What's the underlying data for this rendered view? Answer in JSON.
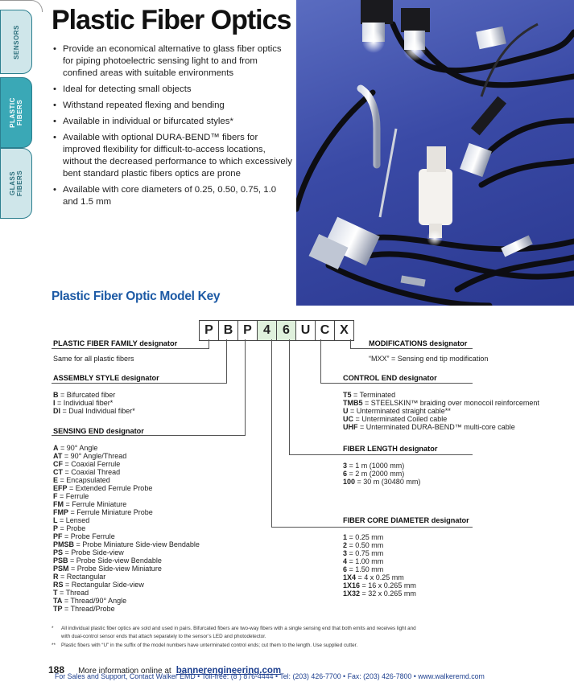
{
  "tabs": [
    {
      "label": "SENSORS"
    },
    {
      "label1": "PLASTIC",
      "label2": "FIBERS"
    },
    {
      "label1": "GLASS",
      "label2": "FIBERS"
    }
  ],
  "title": "Plastic Fiber Optics",
  "bullets": [
    "Provide an economical alternative to glass fiber optics for piping photoelectric sensing light to and from confined areas with suitable environments",
    "Ideal for detecting small objects",
    "Withstand repeated flexing and bending",
    "Available in individual or bifurcated styles*",
    "Available with optional DURA-BEND™ fibers for improved flexibility for difficult-to-access locations, without the decreased performance to which excessively bent standard plastic fibers optics are prone",
    "Available with core diameters of  0.25, 0.50, 0.75, 1.0 and 1.5 mm"
  ],
  "model_key_title": "Plastic Fiber Optic Model Key",
  "model_chars": [
    "P",
    "B",
    "P",
    "4",
    "6",
    "U",
    "C",
    "X"
  ],
  "family": {
    "head": "PLASTIC FIBER FAMILY designator",
    "desc": "Same for all plastic fibers"
  },
  "assembly": {
    "head": "ASSEMBLY STYLE designator",
    "items": [
      {
        "code": "B",
        "desc": " = Bifurcated fiber"
      },
      {
        "code": "I",
        "desc": " = Individual fiber*"
      },
      {
        "code": "DI",
        "desc": " = Dual Individual fiber*"
      }
    ]
  },
  "sensing": {
    "head": "SENSING END designator",
    "items": [
      {
        "code": "A",
        "desc": " = 90° Angle"
      },
      {
        "code": "AT",
        "desc": " = 90° Angle/Thread"
      },
      {
        "code": "CF",
        "desc": " = Coaxial Ferrule"
      },
      {
        "code": "CT",
        "desc": " = Coaxial Thread"
      },
      {
        "code": "E",
        "desc": " = Encapsulated"
      },
      {
        "code": "EFP",
        "desc": " = Extended Ferrule Probe"
      },
      {
        "code": "F",
        "desc": " = Ferrule"
      },
      {
        "code": "FM",
        "desc": " = Ferrule Miniature"
      },
      {
        "code": "FMP",
        "desc": " = Ferrule Miniature Probe"
      },
      {
        "code": "L",
        "desc": " = Lensed"
      },
      {
        "code": "P",
        "desc": " = Probe"
      },
      {
        "code": "PF",
        "desc": " = Probe Ferrule"
      },
      {
        "code": "PMSB",
        "desc": " = Probe Miniature Side-view Bendable"
      },
      {
        "code": "PS",
        "desc": " = Probe Side-view"
      },
      {
        "code": "PSB",
        "desc": " = Probe Side-view Bendable"
      },
      {
        "code": "PSM",
        "desc": " = Probe Side-view Miniature"
      },
      {
        "code": "R",
        "desc": " = Rectangular"
      },
      {
        "code": "RS",
        "desc": " = Rectangular Side-view"
      },
      {
        "code": "T",
        "desc": " = Thread"
      },
      {
        "code": "TA",
        "desc": " = Thread/90° Angle"
      },
      {
        "code": "TP",
        "desc": " = Thread/Probe"
      }
    ]
  },
  "modifications": {
    "head": "MODIFICATIONS designator",
    "desc": "“MXX” = Sensing end tip modification"
  },
  "control": {
    "head": "CONTROL END designator",
    "items": [
      {
        "code": "T5",
        "desc": " = Terminated"
      },
      {
        "code": "TMB5",
        "desc": " = STEELSKIN™ braiding over monocoil reinforcement"
      },
      {
        "code": "U",
        "desc": " = Unterminated straight cable**"
      },
      {
        "code": "UC",
        "desc": " = Unterminated Coiled cable"
      },
      {
        "code": "UHF",
        "desc": " = Unterminated DURA-BEND™ multi-core cable"
      }
    ]
  },
  "length": {
    "head": "FIBER LENGTH designator",
    "items": [
      {
        "code": "3",
        "desc": " = 1 m (1000 mm)"
      },
      {
        "code": "6",
        "desc": " = 2 m (2000 mm)"
      },
      {
        "code": "100",
        "desc": " = 30 m (30480 mm)"
      }
    ]
  },
  "core": {
    "head": "FIBER CORE DIAMETER designator",
    "items": [
      {
        "code": "1",
        "desc": " = 0.25 mm"
      },
      {
        "code": "2",
        "desc": " = 0.50 mm"
      },
      {
        "code": "3",
        "desc": " = 0.75 mm"
      },
      {
        "code": "4",
        "desc": " = 1.00 mm"
      },
      {
        "code": "6",
        "desc": " = 1.50 mm"
      },
      {
        "code": "1X4",
        "desc": " = 4 x 0.25 mm"
      },
      {
        "code": "1X16",
        "desc": " = 16 x 0.265 mm"
      },
      {
        "code": "1X32",
        "desc": " = 32 x 0.265 mm"
      }
    ]
  },
  "footnotes": {
    "f1_mark": "*",
    "f1_line1": "All individual plastic fiber optics are sold and used in pairs. Bifurcated fibers are two-way fibers with a single sensing end that both emits and receives light and",
    "f1_line2": "with dual-control sensor ends that attach separately to the sensor’s LED and photodetector.",
    "f2_mark": "**",
    "f2_line": "Plastic fibers with “U” in the suffix of the model numbers have unterminated control ends; cut them to the length. Use supplied cutter."
  },
  "footer": {
    "page": "188",
    "more": "More information online at",
    "link": "bannerengineering.com",
    "contact": "For Sales and Support, Contact Walker EMD • Toll-free: (8   ) 876-4444 • Tel: (203) 426-7700 • Fax: (203) 426-7800 • www.walkeremd.com"
  }
}
